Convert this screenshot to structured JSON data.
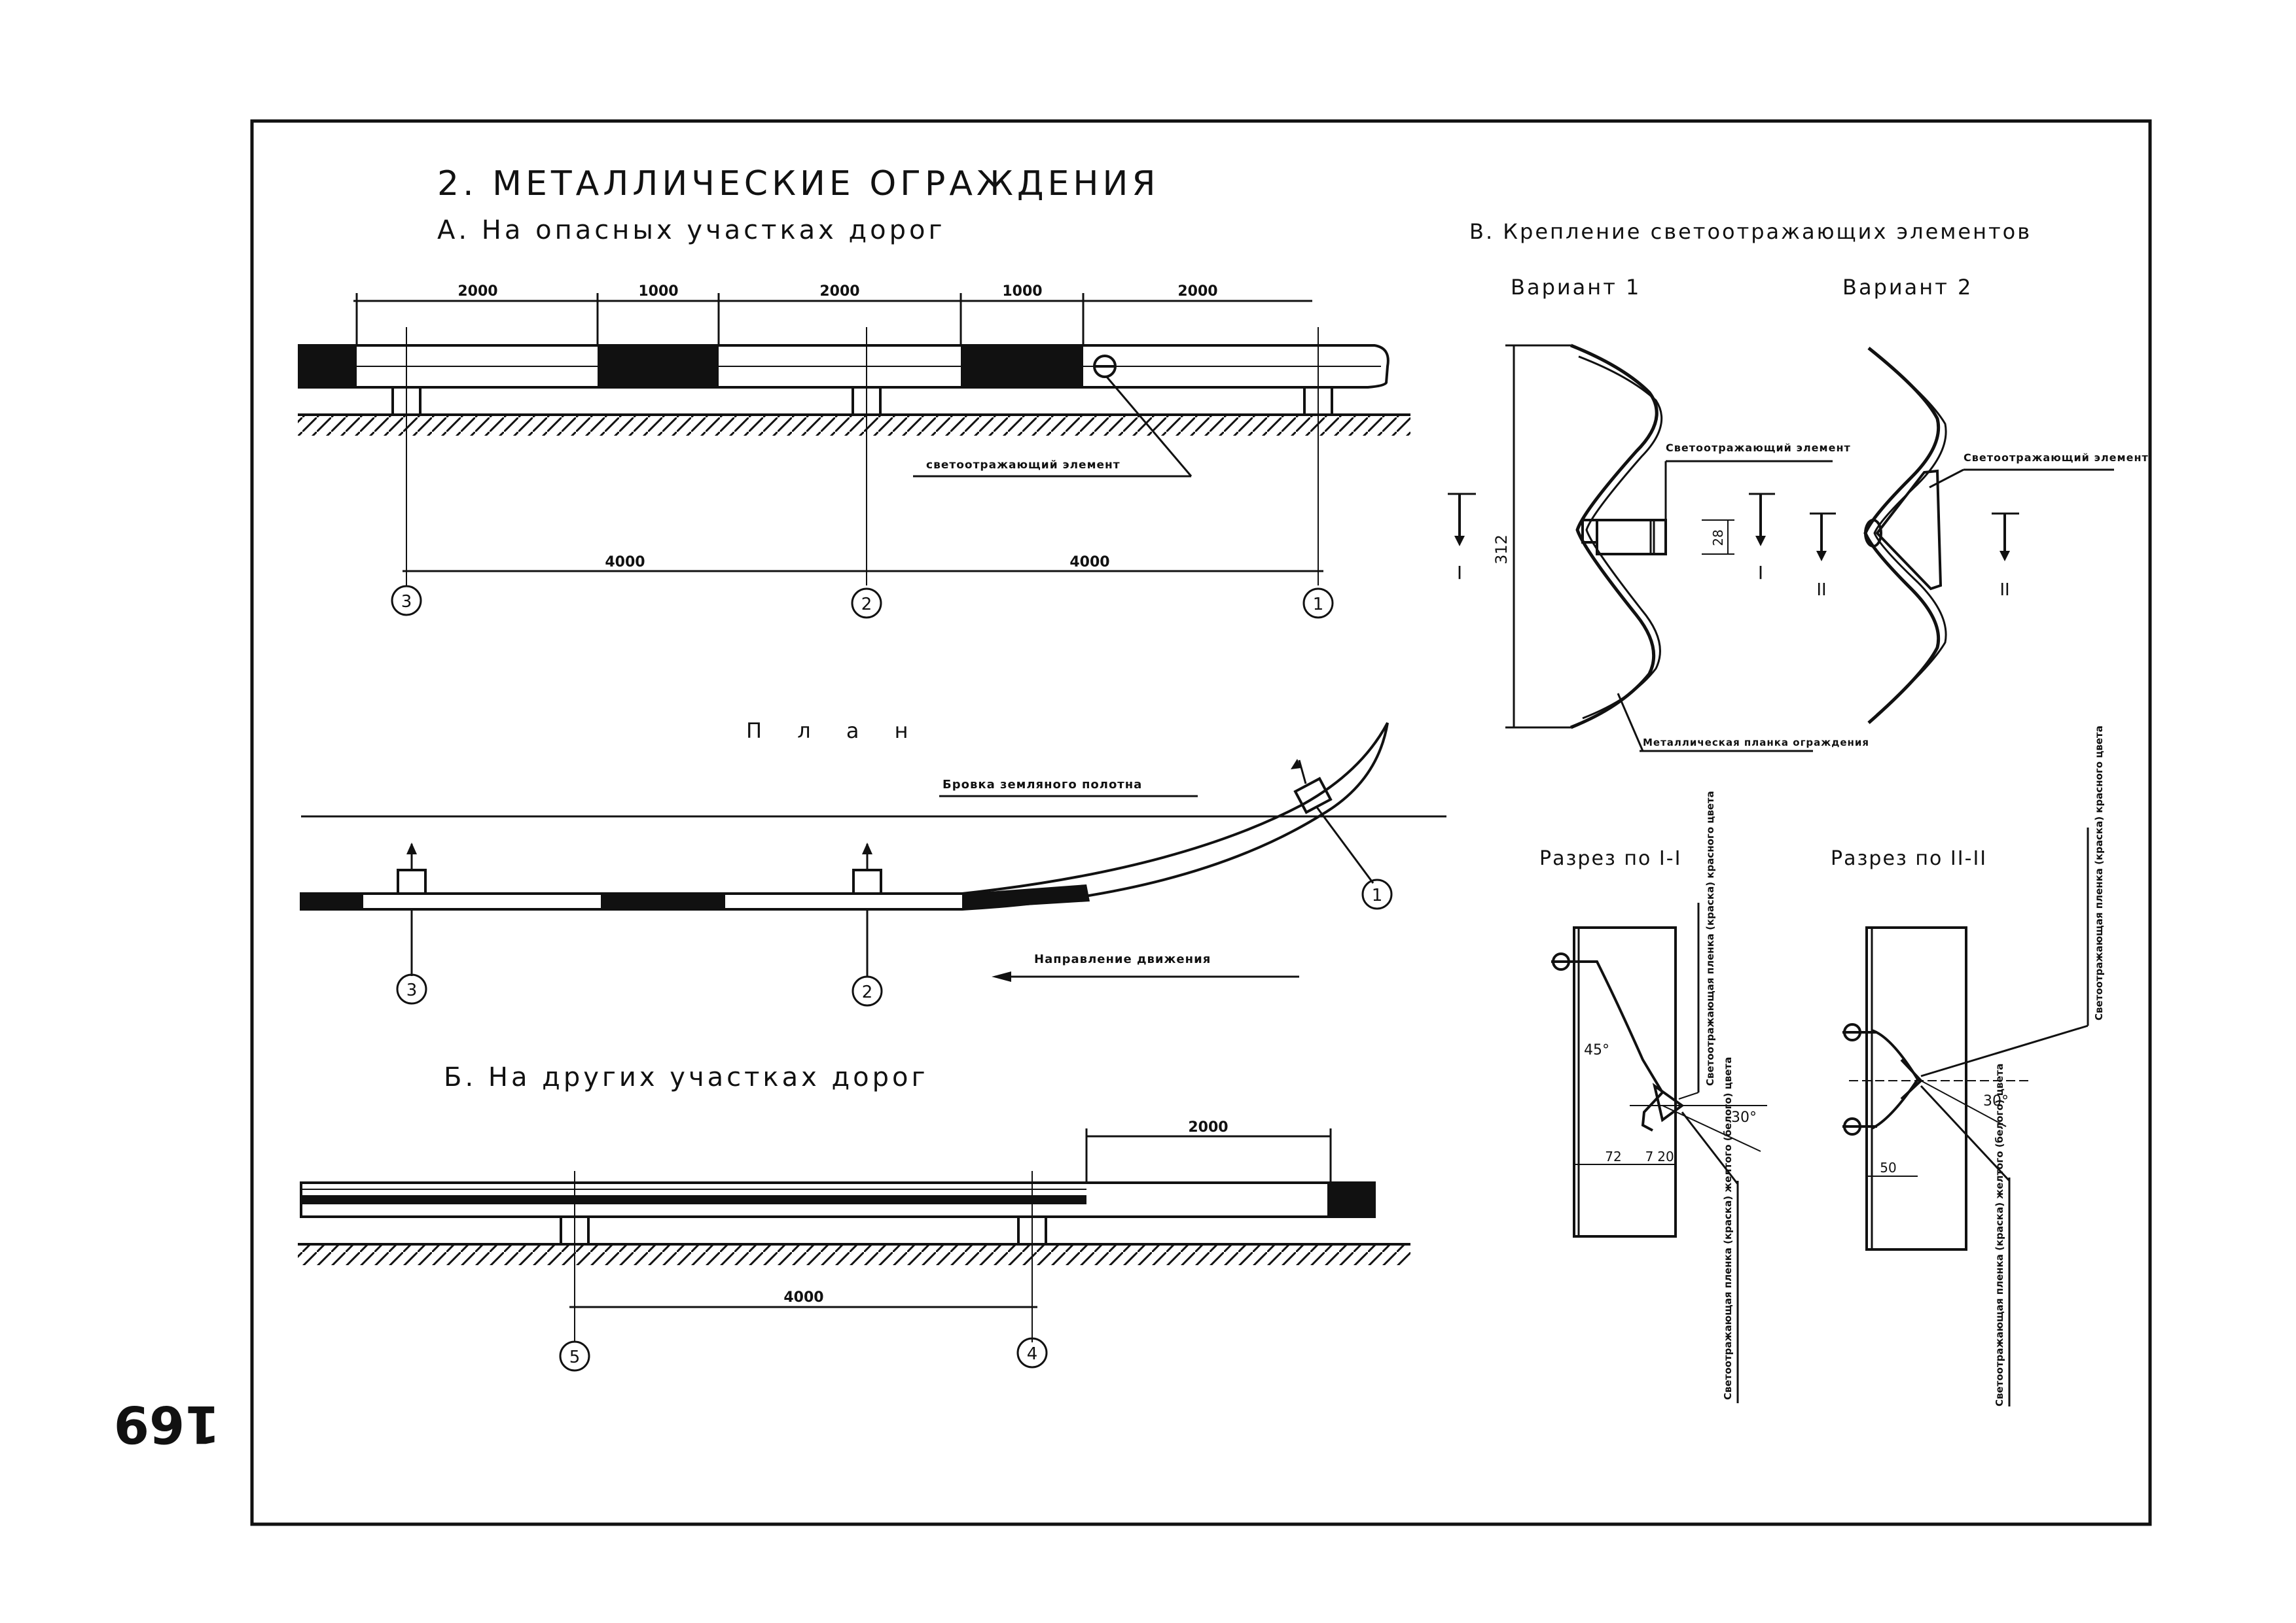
{
  "page_number": "169",
  "heading": "2. МЕТАЛЛИЧЕСКИЕ ОГРАЖДЕНИЯ",
  "section_a": {
    "title": "А. На опасных участках дорог",
    "segment_dims": [
      "2000",
      "1000",
      "2000",
      "1000",
      "2000"
    ],
    "post_spacing": [
      "4000",
      "4000"
    ],
    "post_labels": [
      "3",
      "2",
      "1"
    ],
    "callout": "светоотражающий элемент"
  },
  "plan": {
    "title": "П л а н",
    "edge_label": "Бровка земляного полотна",
    "direction_label": "Направление движения",
    "post_labels": [
      "3",
      "2",
      "1"
    ]
  },
  "section_b": {
    "title": "Б. На других участках дорог",
    "dim_top": "2000",
    "post_spacing": "4000",
    "post_labels": [
      "5",
      "4"
    ]
  },
  "section_v": {
    "title": "В. Крепление светоотражающих элементов",
    "variant1": {
      "title": "Вариант 1",
      "height_dim": "312",
      "element_dim": "28",
      "callout_element": "Светоотражающий элемент",
      "callout_plank": "Металлическая планка ограждения",
      "cut_mark": "I"
    },
    "variant2": {
      "title": "Вариант 2",
      "callout_element": "Светоотражающий элемент",
      "cut_mark": "II"
    },
    "cut1": {
      "title": "Разрез по I-I",
      "angle1": "45°",
      "angle2": "30°",
      "dims": [
        "72",
        "7",
        "20"
      ],
      "note_red": "Светоотражающая пленка (краска) красного цвета",
      "note_yellow": "Светоотражающая пленка (краска) желтого (белого) цвета"
    },
    "cut2": {
      "title": "Разрез по II-II",
      "angle": "30°",
      "dim": "50",
      "note_red": "Светоотражающая пленка (краска) красного цвета",
      "note_yellow": "Светоотражающая пленка (краска) желтого (белого) цвета"
    }
  }
}
